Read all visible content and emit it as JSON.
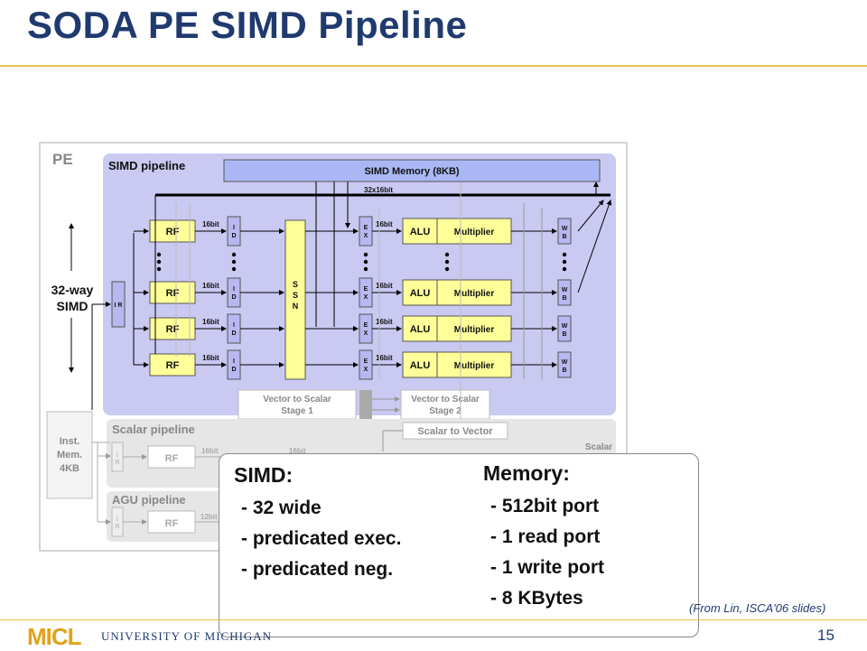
{
  "slide": {
    "title": "SODA PE SIMD Pipeline",
    "page_number": "15",
    "source_note": "(From Lin, ISCA'06 slides)",
    "logo_text": "MICL",
    "university": "UNIVERSITY OF MICHIGAN"
  },
  "diagram": {
    "pe_label": "PE",
    "simd_pipeline_label": "SIMD pipeline",
    "simd_memory_label": "SIMD Memory (8KB)",
    "bus_label": "32x16bit",
    "way_label_line1": "32-way",
    "way_label_line2": "SIMD",
    "ir_label": "I R",
    "ssn_label": "S S N",
    "lane_rf": "RF",
    "lane_id": "I D",
    "lane_ex": "E X",
    "lane_wb": "W B",
    "lane_alu": "ALU",
    "lane_mult": "Multiplier",
    "bitwidth": "16bit",
    "v2s1_line1": "Vector to Scalar",
    "v2s1_line2": "Stage 1",
    "v2s2_line1": "Vector to Scalar",
    "v2s2_line2": "Stage 2",
    "s2v_label": "Scalar to Vector",
    "scalar_pipeline_label": "Scalar pipeline",
    "scalar_side_label": "Scalar",
    "agu_pipeline_label": "AGU pipeline",
    "agu_bitwidth": "12bit",
    "inst_mem_line1": "Inst.",
    "inst_mem_line2": "Mem.",
    "inst_mem_line3": "4KB",
    "colors": {
      "simd_bg": "#c9c9f2",
      "block_fill": "#ffff99",
      "narrow_fill": "#b8b8f0",
      "memory_fill": "#a9b8f5",
      "gray_bg": "#e6e6e6"
    }
  },
  "callout": {
    "simd_head": "SIMD:",
    "simd_items": [
      "- 32 wide",
      "- predicated exec.",
      "- predicated neg."
    ],
    "memory_head": "Memory:",
    "memory_items": [
      "- 512bit port",
      "- 1 read port",
      "- 1 write port",
      "- 8 KBytes"
    ]
  }
}
